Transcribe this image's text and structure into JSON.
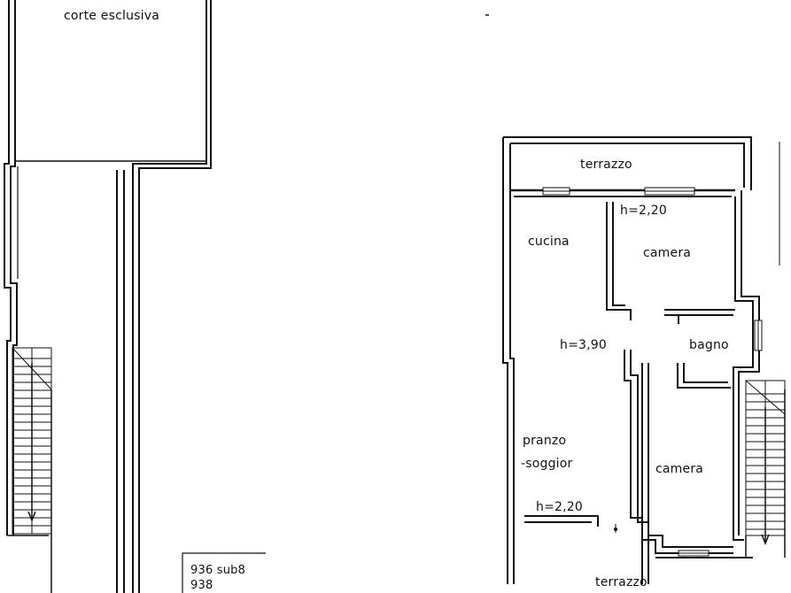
{
  "rooms": {
    "corte": "corte esclusiva",
    "terrazzo_top": "terrazzo",
    "h_camera": "h=2,20",
    "cucina": "cucina",
    "camera_top": "camera",
    "h_main": "h=3,90",
    "bagno": "bagno",
    "pranzo": "pranzo",
    "soggior": "-soggior",
    "camera_bottom": "camera",
    "h_pranzo": "h=2,20",
    "terrazzo_bottom": "terrazzo"
  },
  "cadastre": {
    "line1": "936 sub8",
    "line2": "938"
  }
}
